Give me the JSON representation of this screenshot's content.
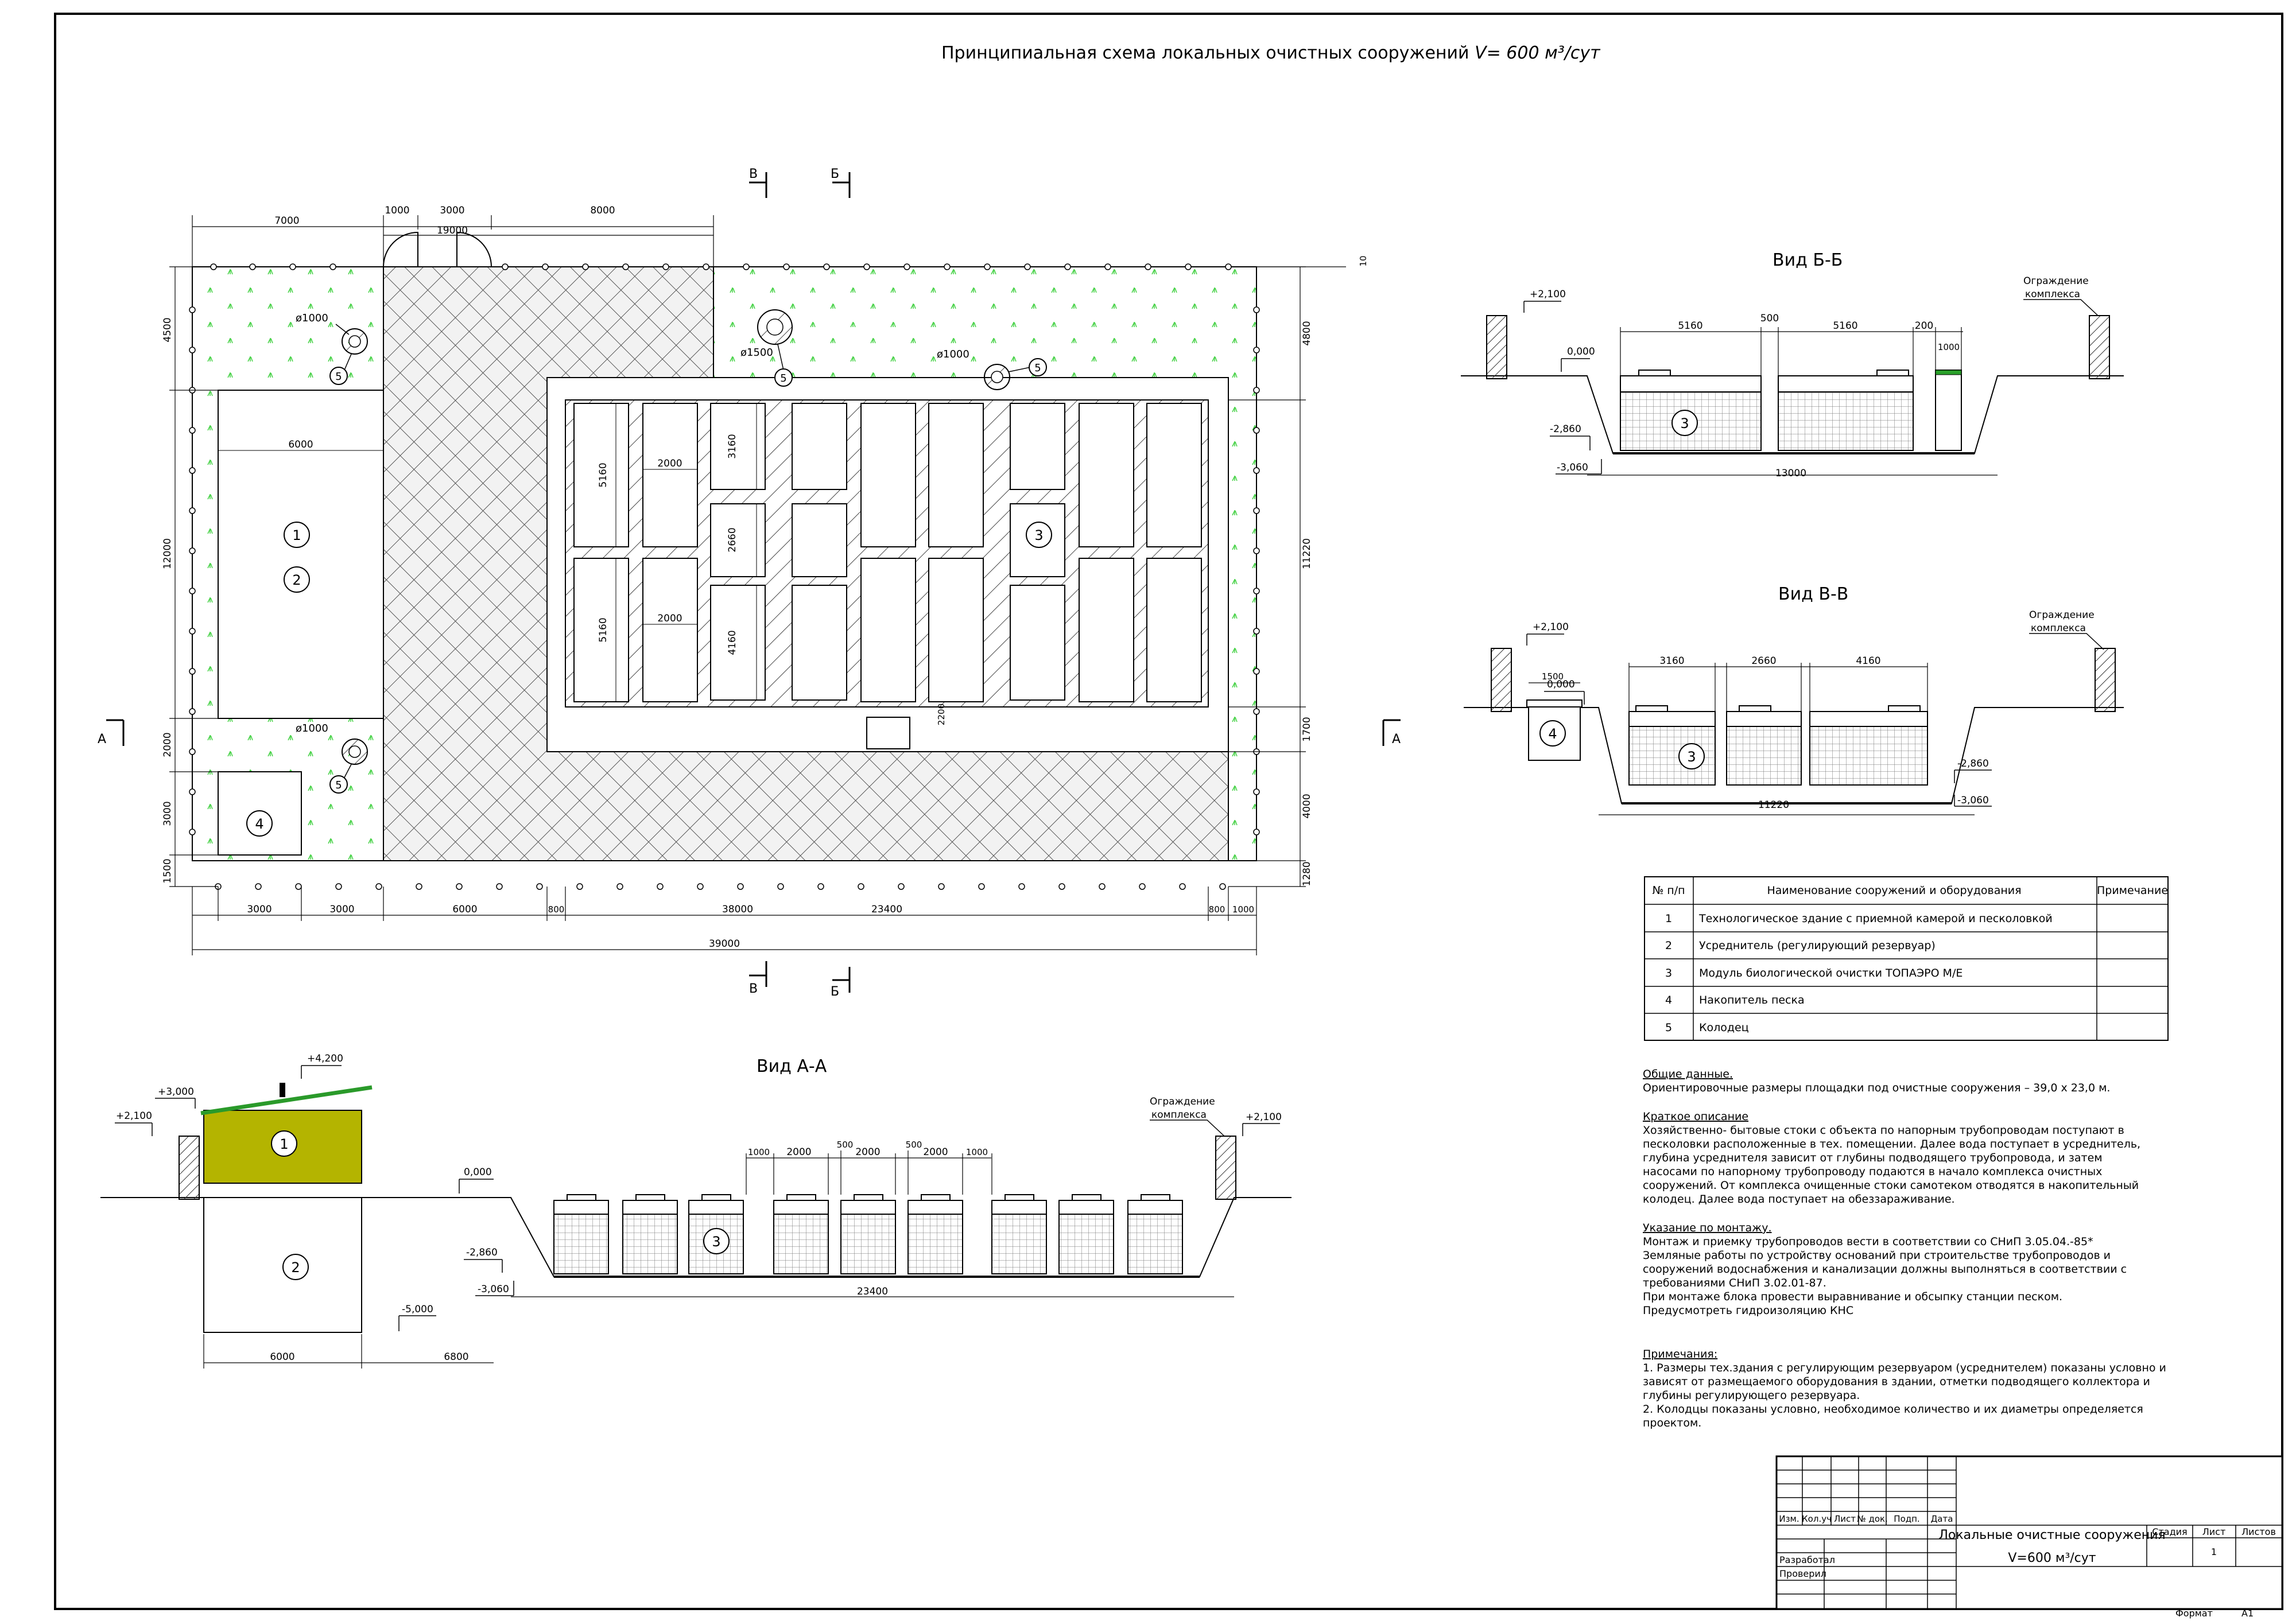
{
  "title": "Принципиальная схема локальных очистных сооружений",
  "title_formula": "V= 600 м³/сут",
  "plan": {
    "top_dims": [
      "7000",
      "1000",
      "3000",
      "8000",
      "19000"
    ],
    "left_dims": [
      "4500",
      "12000",
      "2000",
      "3000",
      "1500"
    ],
    "right_dims": [
      "4800",
      "11220",
      "1700",
      "4000",
      "1280"
    ],
    "bottom_dims": [
      "3000",
      "3000",
      "6000",
      "800",
      "38000",
      "23400",
      "800",
      "1000"
    ],
    "total_width": "39000",
    "inner_labels": {
      "d6000": "6000",
      "d2000a": "2000",
      "d2000b": "2000",
      "d5160a": "5160",
      "d5160b": "5160",
      "d3160": "3160",
      "d2660": "2660",
      "d4160": "4160",
      "d2200": "2200",
      "d10": "10"
    },
    "wells": [
      "ø1000",
      "ø1500",
      "ø1000",
      "ø1000"
    ],
    "well_number": "5",
    "markers": [
      "1",
      "2",
      "3",
      "4"
    ],
    "section_letters": {
      "A": "А",
      "B": "Б",
      "V": "В"
    }
  },
  "view_bb": {
    "title": "Вид Б-Б",
    "dims": [
      "5160",
      "500",
      "5160",
      "200",
      "1000",
      "13000"
    ],
    "levels": [
      "+2,100",
      "0,000",
      "-2,860",
      "-3,060"
    ],
    "fence_label": [
      "Ограждение",
      "комплекса"
    ],
    "marker": "3"
  },
  "view_vv": {
    "title": "Вид В-В",
    "dims": [
      "1500",
      "3160",
      "2660",
      "4160",
      "11220"
    ],
    "levels": [
      "+2,100",
      "0,000",
      "-2,860",
      "-3,060"
    ],
    "fence_label": [
      "Ограждение",
      "комплекса"
    ],
    "markers": [
      "4",
      "3"
    ]
  },
  "view_aa": {
    "title": "Вид А-А",
    "dims": [
      "1000",
      "2000",
      "500",
      "2000",
      "500",
      "2000",
      "1000",
      "23400",
      "6000",
      "6800"
    ],
    "levels": [
      "+4,200",
      "+3,000",
      "+2,100",
      "0,000",
      "-2,860",
      "-3,060",
      "-5,000",
      "+2,100"
    ],
    "fence_label": [
      "Ограждение",
      "комплекса"
    ],
    "markers": [
      "1",
      "2",
      "3"
    ]
  },
  "table": {
    "headers": [
      "№ п/п",
      "Наименование сооружений и оборудования",
      "Примечание"
    ],
    "rows": [
      [
        "1",
        "Технологическое здание с приемной камерой и песколовкой",
        ""
      ],
      [
        "2",
        "Усреднитель (регулирующий резервуар)",
        ""
      ],
      [
        "3",
        "Модуль биологической очистки ТОПАЭРО М/Е",
        ""
      ],
      [
        "4",
        "Накопитель песка",
        ""
      ],
      [
        "5",
        "Колодец",
        ""
      ]
    ]
  },
  "notes": {
    "general_title": "Общие данные.",
    "general_text": [
      "Ориентировочные размеры площадки под очистные сооружения  – 39,0 х 23,0 м."
    ],
    "brief_title": "Краткое описание",
    "brief_text": [
      "Хозяйственно- бытовые стоки с объекта по напорным трубопроводам поступают в",
      "песколовки расположенные в тех. помещении. Далее вода поступает в усреднитель,",
      "глубина усреднителя зависит от глубины подводящего трубопровода, и затем",
      "насосами по напорному трубопроводу подаются в начало комплекса очистных",
      "сооружений. От комплекса очищенные стоки самотеком отводятся в накопительный",
      "колодец. Далее вода поступает на обеззараживание."
    ],
    "install_title": "Указание по монтажу.",
    "install_text": [
      "Монтаж и приемку трубопроводов вести в соответствии со СНиП 3.05.04.-85*",
      "Земляные работы по устройству оснований при строительстве трубопроводов и",
      "сооружений водоснабжения и канализации должны выполняться в соответствии с",
      "требованиями СНиП 3.02.01-87.",
      "При монтаже блока провести выравнивание и обсыпку станции песком.",
      "Предусмотреть гидроизоляцию КНС"
    ],
    "remarks_title": "Примечания:",
    "remarks_text": [
      "1. Размеры тех.здания с регулирующим резервуаром (усреднителем) показаны условно и",
      "зависят от размещаемого оборудования в здании, отметки подводящего коллектора и",
      "глубины регулирующего резервуара.",
      "2. Колодцы показаны условно, необходимое количество и их диаметры определяется",
      "проектом."
    ]
  },
  "stamp": {
    "cols": [
      "Изм.",
      "Кол.уч",
      "Лист",
      "№ док.",
      "Подп.",
      "Дата"
    ],
    "rows": [
      "Разработал",
      "Проверил"
    ],
    "title1": "Локальные очистные сооружения",
    "title2": "V=600 м³/сут",
    "stage": "Стадия",
    "sheet": "Лист",
    "sheets": "Листов",
    "sheet_no": "1",
    "format_label": "Формат",
    "format_value": "А1"
  }
}
